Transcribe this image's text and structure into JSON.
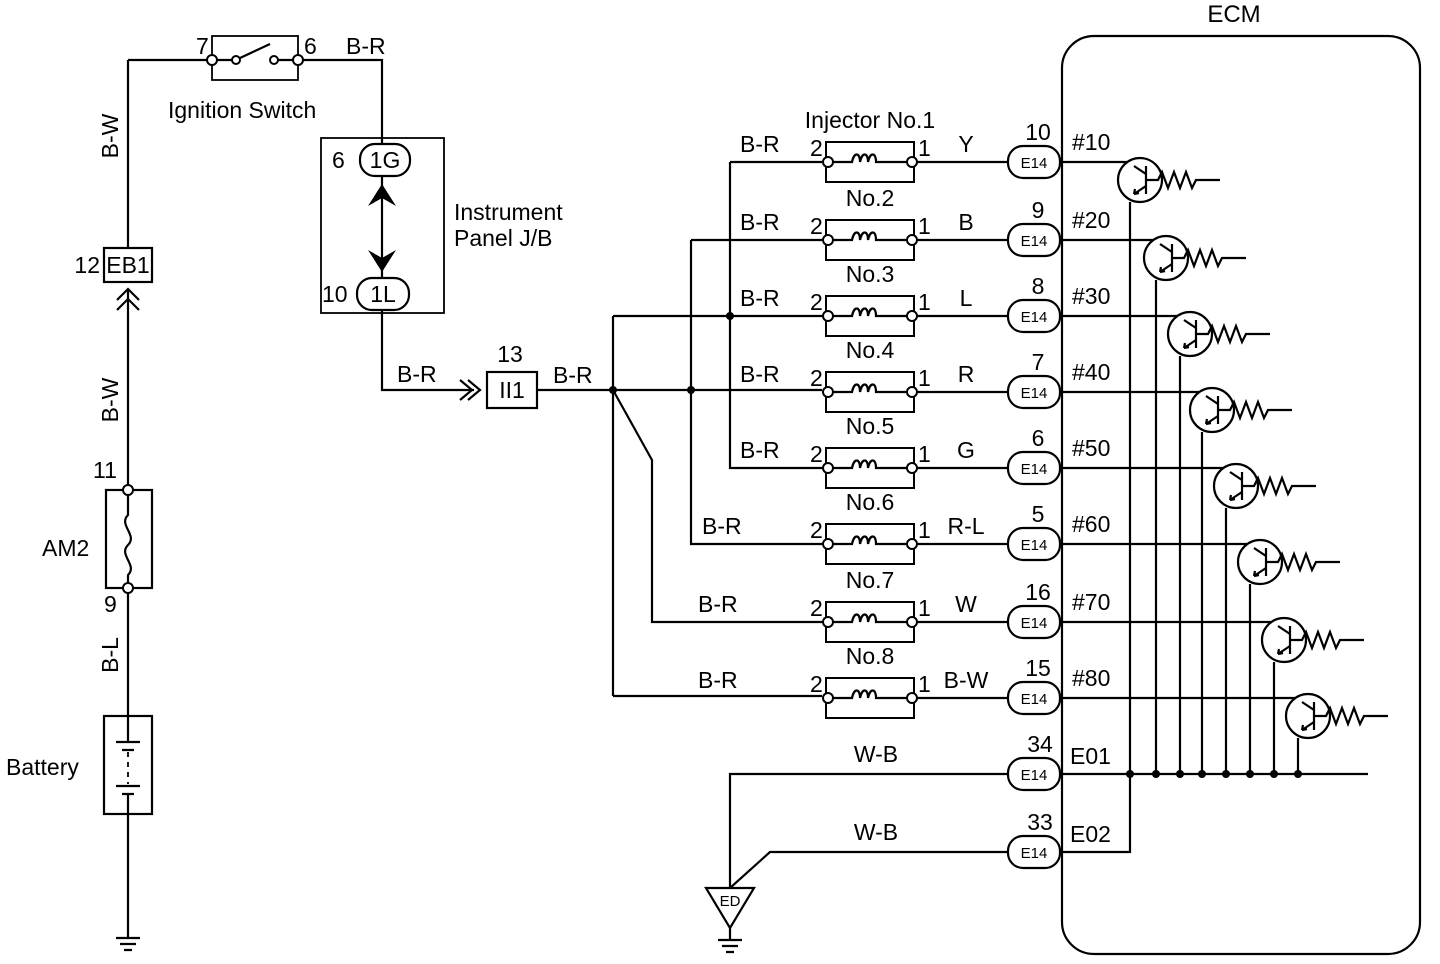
{
  "ecm": {
    "label": "ECM"
  },
  "ignition_switch": {
    "label": "Ignition Switch",
    "pin_in": "7",
    "pin_out": "6"
  },
  "junction_block": {
    "label_line1": "Instrument",
    "label_line2": "Panel J/B",
    "top_pin": "6",
    "top_connector": "1G",
    "bottom_pin": "10",
    "bottom_connector": "1L"
  },
  "connector_eb1": {
    "pin": "12",
    "label": "EB1"
  },
  "connector_ii1": {
    "pin": "13",
    "label": "II1"
  },
  "fuse": {
    "label": "AM2",
    "pin_top": "11",
    "pin_bottom": "9"
  },
  "battery": {
    "label": "Battery"
  },
  "wires": {
    "left_upper": "B-W",
    "left_middle": "B-W",
    "left_lower": "B-L",
    "switch_out": "B-R",
    "jb_out": "B-R",
    "ii1_out": "B-R"
  },
  "ground_point": {
    "label": "ED"
  },
  "injectors": [
    {
      "name": "Injector No.1",
      "wire_in": "B-R",
      "pin_in": "2",
      "pin_out": "1",
      "wire_out": "Y",
      "ecm_pin": "10",
      "connector": "E14",
      "terminal": "#10"
    },
    {
      "name": "No.2",
      "wire_in": "B-R",
      "pin_in": "2",
      "pin_out": "1",
      "wire_out": "B",
      "ecm_pin": "9",
      "connector": "E14",
      "terminal": "#20"
    },
    {
      "name": "No.3",
      "wire_in": "B-R",
      "pin_in": "2",
      "pin_out": "1",
      "wire_out": "L",
      "ecm_pin": "8",
      "connector": "E14",
      "terminal": "#30"
    },
    {
      "name": "No.4",
      "wire_in": "B-R",
      "pin_in": "2",
      "pin_out": "1",
      "wire_out": "R",
      "ecm_pin": "7",
      "connector": "E14",
      "terminal": "#40"
    },
    {
      "name": "No.5",
      "wire_in": "B-R",
      "pin_in": "2",
      "pin_out": "1",
      "wire_out": "G",
      "ecm_pin": "6",
      "connector": "E14",
      "terminal": "#50"
    },
    {
      "name": "No.6",
      "wire_in": "B-R",
      "pin_in": "2",
      "pin_out": "1",
      "wire_out": "R-L",
      "ecm_pin": "5",
      "connector": "E14",
      "terminal": "#60"
    },
    {
      "name": "No.7",
      "wire_in": "B-R",
      "pin_in": "2",
      "pin_out": "1",
      "wire_out": "W",
      "ecm_pin": "16",
      "connector": "E14",
      "terminal": "#70"
    },
    {
      "name": "No.8",
      "wire_in": "B-R",
      "pin_in": "2",
      "pin_out": "1",
      "wire_out": "B-W",
      "ecm_pin": "15",
      "connector": "E14",
      "terminal": "#80"
    }
  ],
  "grounds": [
    {
      "wire": "W-B",
      "ecm_pin": "34",
      "connector": "E14",
      "terminal": "E01"
    },
    {
      "wire": "W-B",
      "ecm_pin": "33",
      "connector": "E14",
      "terminal": "E02"
    }
  ]
}
